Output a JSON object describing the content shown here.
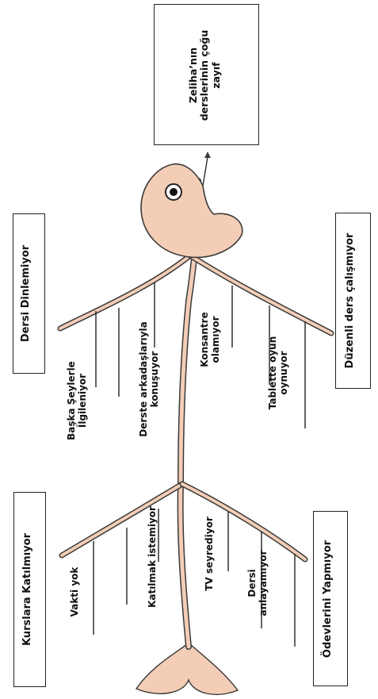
{
  "effect": {
    "lines": [
      "Zeliha’nın",
      "derslerinin çoğu",
      "zayıf"
    ]
  },
  "categories": {
    "dersi_dinlemiyor": "Dersi Dinlemiyor",
    "duzenli_ders": "Düzenli ders çalışmıyor",
    "kurslara_katilmiyor": "Kurslara Katılmıyor",
    "odevlerini_yapmiyor": "Ödevlerini Yapmıyor"
  },
  "causes": {
    "baska_seyler": [
      "Başka Şeylerle",
      "İlgileniyor"
    ],
    "derste_arkadaslar": [
      "Derste arkadaşlarıyla",
      "konuşuyor"
    ],
    "konsantre": [
      "Konsantre",
      "olamıyor"
    ],
    "tablet": [
      "Tablette oyun",
      "oynuyor"
    ],
    "vakti_yok": [
      "Vakti yok"
    ],
    "katilmak": [
      "Katılmak istemiyor"
    ],
    "tv": [
      "TV seyrediyor"
    ],
    "anlayamiyor": [
      "Dersi",
      "anlayamıyor"
    ]
  },
  "colors": {
    "fish_fill": "#f3cdb6",
    "outline": "#3a3a3a",
    "text": "#111111"
  }
}
